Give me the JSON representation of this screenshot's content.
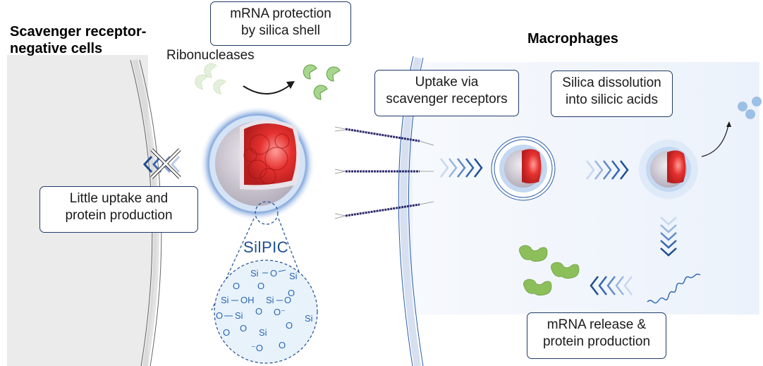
{
  "headings": {
    "left_cells": "Scavenger receptor-\nnegative cells",
    "left_line1": "Scavenger receptor-",
    "left_line2": "negative cells",
    "macrophages": "Macrophages"
  },
  "labels": {
    "ribonucleases": "Ribonucleases",
    "silpic": "SilPIC"
  },
  "boxes": {
    "protection": {
      "line1": "mRNA protection",
      "line2": "by silica shell"
    },
    "little_uptake": {
      "line1": "Little uptake and",
      "line2": "protein production"
    },
    "uptake": {
      "line1": "Uptake via",
      "line2": "scavenger receptors"
    },
    "dissolution": {
      "line1": "Silica dissolution",
      "line2": "into silicic acids"
    },
    "release": {
      "line1": "mRNA release &",
      "line2": "protein production"
    }
  },
  "chemistry": {
    "atoms": [
      "Si",
      "O",
      "Si",
      "O",
      "O",
      "Si",
      "OH",
      "Si",
      "O",
      "O",
      "O",
      "Si",
      "O",
      "Si",
      "O",
      "Si",
      "O",
      "O",
      "O"
    ]
  },
  "colors": {
    "box_border": "#1f3a68",
    "arrow_dark": "#1f4e91",
    "arrow_light": "#b9cbe8",
    "core_red": "#e5312f",
    "protein_green": "#8cbf5a",
    "macrophage_bg": "#eef3fb",
    "cell_bg": "#ebebeb"
  }
}
